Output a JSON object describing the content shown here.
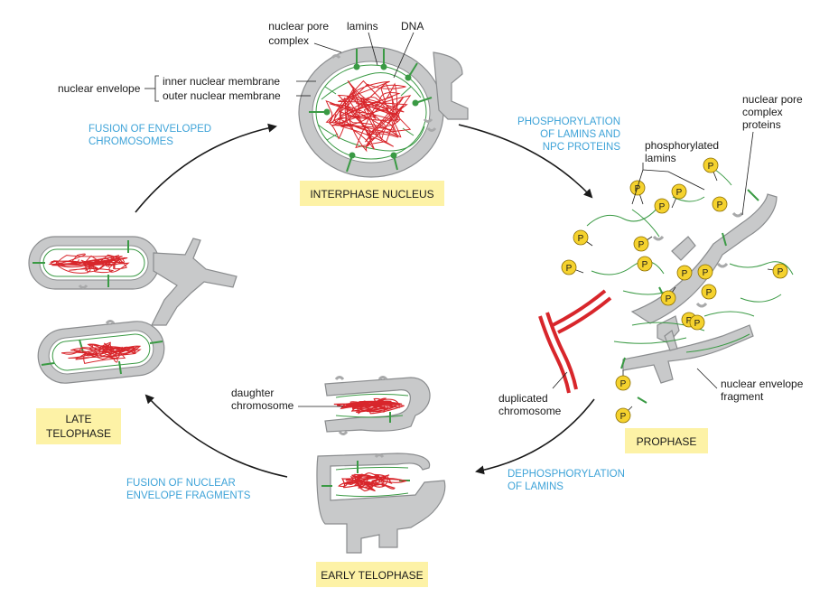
{
  "stages": {
    "interphase": "INTERPHASE NUCLEUS",
    "prophase": "PROPHASE",
    "early_telophase": "EARLY TELOPHASE",
    "late_telophase_1": "LATE",
    "late_telophase_2": "TELOPHASE"
  },
  "processes": {
    "phos_1": "PHOSPHORYLATION",
    "phos_2": "OF LAMINS AND",
    "phos_3": "NPC PROTEINS",
    "dephos_1": "DEPHOSPHORYLATION",
    "dephos_2": "OF LAMINS",
    "fusion_frag_1": "FUSION OF NUCLEAR",
    "fusion_frag_2": "ENVELOPE FRAGMENTS",
    "fusion_env_1": "FUSION OF ENVELOPED",
    "fusion_env_2": "CHROMOSOMES"
  },
  "labels": {
    "npc_1": "nuclear pore",
    "npc_2": "complex",
    "lamins": "lamins",
    "dna": "DNA",
    "nuclear_envelope": "nuclear envelope",
    "inner_membrane": "inner nuclear membrane",
    "outer_membrane": "outer nuclear membrane",
    "npc_proteins_1": "nuclear pore",
    "npc_proteins_2": "complex",
    "npc_proteins_3": "proteins",
    "phos_lamins_1": "phosphorylated",
    "phos_lamins_2": "lamins",
    "ne_fragment_1": "nuclear envelope",
    "ne_fragment_2": "fragment",
    "dup_chrom_1": "duplicated",
    "dup_chrom_2": "chromosome",
    "daughter_1": "daughter",
    "daughter_2": "chromosome",
    "phosphate": "P"
  },
  "colors": {
    "membrane_fill": "#c8c9ca",
    "membrane_stroke": "#8a8c8e",
    "lamin": "#3a9a44",
    "chromatin": "#d8262b",
    "phosphate_fill": "#f5d22e",
    "stage_box": "#fdf2a6",
    "process_text": "#3ea3d8"
  }
}
